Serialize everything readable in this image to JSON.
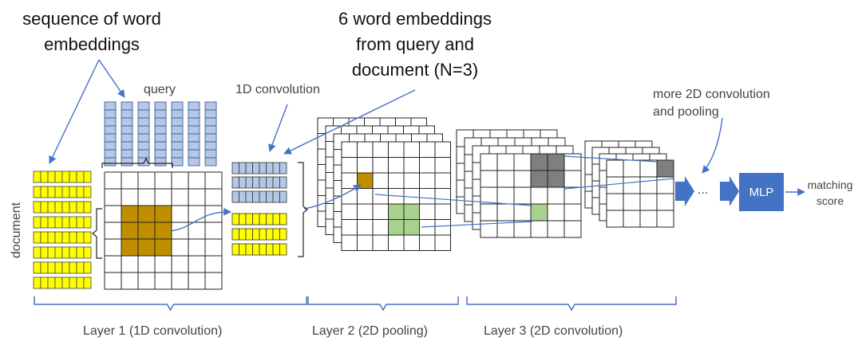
{
  "annotations": {
    "sequence_line1": "sequence of word",
    "sequence_line2": "embeddings",
    "six_line1": "6 word embeddings",
    "six_line2": "from query and",
    "six_line3": "document (N=3)",
    "query": "query",
    "document": "document",
    "conv1d": "1D convolution",
    "more_line1": "more 2D convolution",
    "more_line2": "and pooling",
    "ellipsis": "...",
    "mlp": "MLP",
    "matching_line1": "matching",
    "matching_line2": "score"
  },
  "layers": {
    "layer1": "Layer 1 (1D convolution)",
    "layer2": "Layer 2 (2D pooling)",
    "layer3": "Layer 3 (2D convolution)"
  },
  "colors": {
    "query_embedding": "#B4C7E7",
    "document_embedding": "#FFFF00",
    "conv_cell": "#BF8F00",
    "pool_cell": "#A9D18E",
    "layer3_cell": "#7F7F7F",
    "arrow": "#4472C4"
  }
}
